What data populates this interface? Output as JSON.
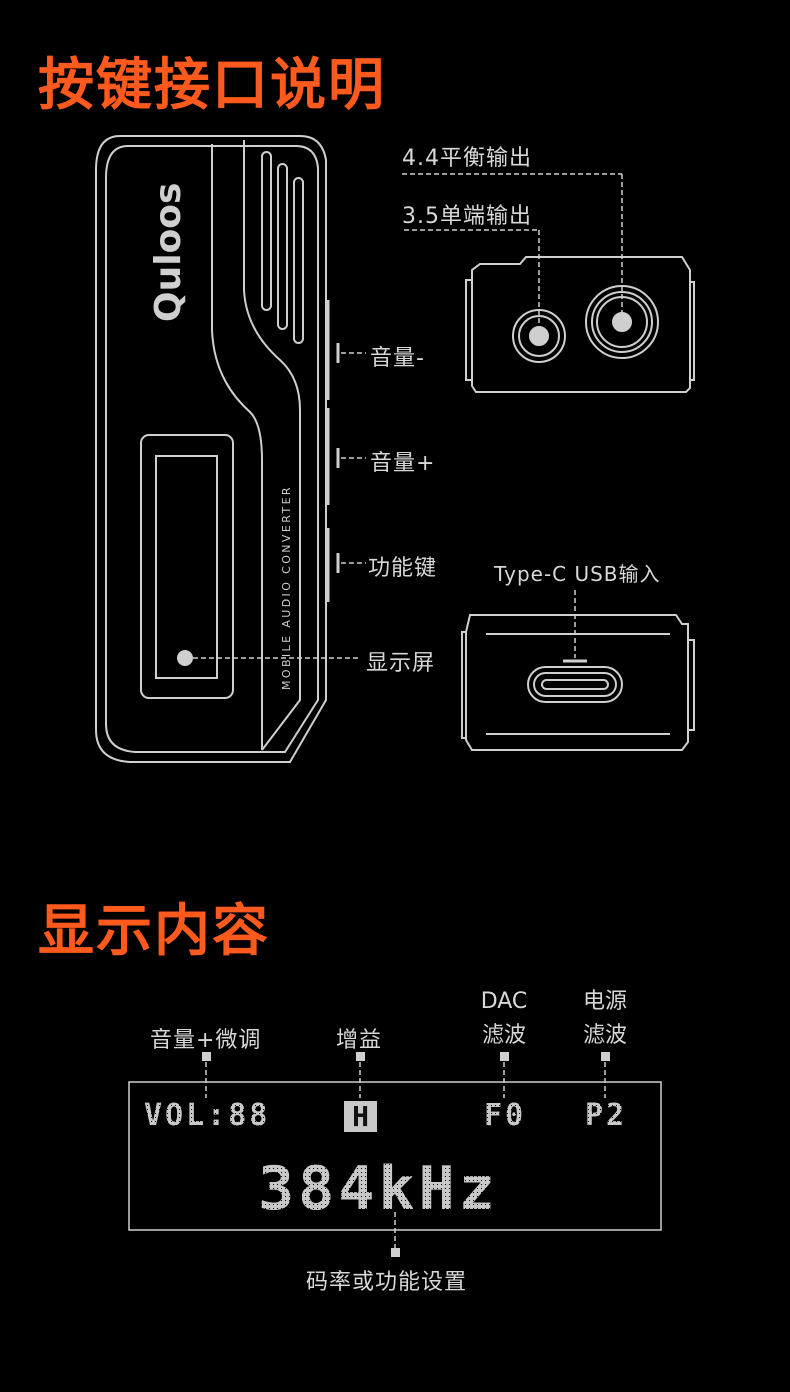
{
  "section1": {
    "title": "按键接口说明",
    "brand_logo": "Qulоos",
    "device_text": "MOBILE AUDIO CONVERTER",
    "labels": {
      "volume_down": "音量-",
      "volume_up": "音量+",
      "function_key": "功能键",
      "display": "显示屏",
      "balanced_out": "4.4平衡输出",
      "single_out": "3.5单端输出",
      "usb_in": "Type-C USB输入"
    }
  },
  "section2": {
    "title": "显示内容",
    "callouts": {
      "volume": "音量+微调",
      "gain": "增益",
      "dac_filter_line1": "DAC",
      "dac_filter_line2": "滤波",
      "power_filter_line1": "电源",
      "power_filter_line2": "滤波",
      "rate": "码率或功能设置"
    },
    "lcd": {
      "volume": "VOL:88",
      "gain": "H",
      "dac_filter": "F0",
      "power_filter": "P2",
      "rate": "384kHz"
    }
  },
  "colors": {
    "accent": "#ff5a1e",
    "line": "#cfcfcf",
    "background": "#000000"
  }
}
